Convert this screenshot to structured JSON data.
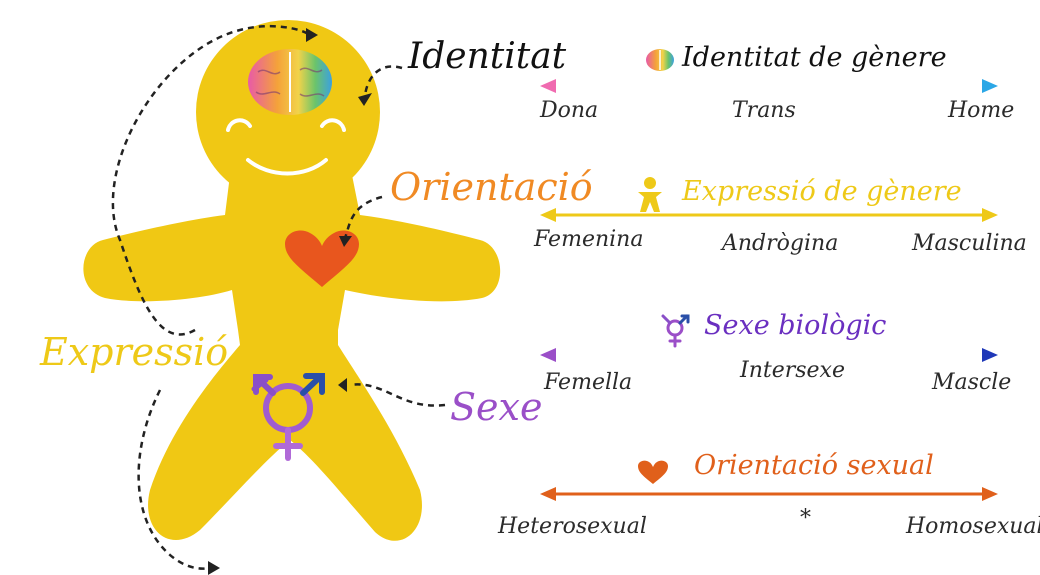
{
  "figure_labels": {
    "identity": "Identitat",
    "orientation": "Orientació",
    "expression": "Expressió",
    "sex": "Sexe"
  },
  "spectrums": [
    {
      "title": "Identitat de gènere",
      "color_start": "#f06bb0",
      "color_end": "#2ba7e6",
      "icon": "brain-icon",
      "left": "Dona",
      "middle": "Trans",
      "right": "Home"
    },
    {
      "title": "Expressió de gènere",
      "color": "#eec918",
      "icon": "person-icon",
      "left": "Femenina",
      "middle": "Andrògina",
      "right": "Masculina"
    },
    {
      "title": "Sexe biològic",
      "color_start": "#9b4fc8",
      "color_end": "#1f38b8",
      "icon": "gender-symbol-icon",
      "left": "Femella",
      "middle": "Intersexe",
      "right": "Mascle"
    },
    {
      "title": "Orientació sexual",
      "color": "#e0601b",
      "icon": "heart-icon",
      "left": "Heterosexual",
      "middle": "*",
      "right": "Homosexual"
    }
  ],
  "colors": {
    "body": "#f0c814",
    "identity_label": "#111111",
    "orientation_label": "#f08a24",
    "expression_label": "#eec918",
    "sex_label": "#9a4fc8",
    "heart": "#e8561e"
  }
}
